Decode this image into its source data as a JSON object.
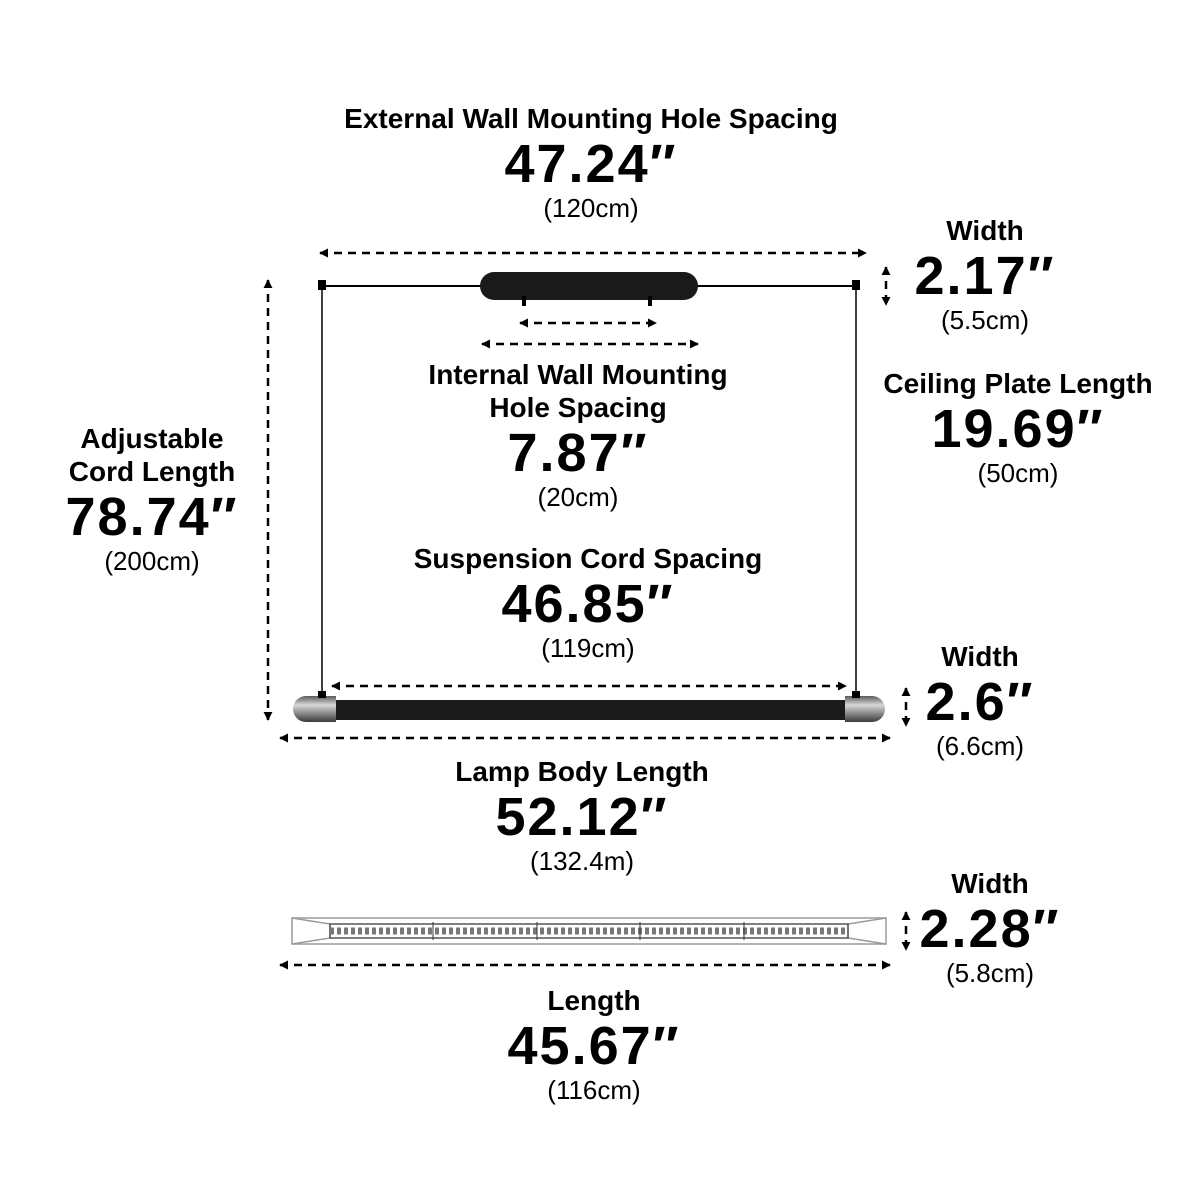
{
  "dimensions": {
    "external_hole_spacing": {
      "title": "External Wall Mounting Hole Spacing",
      "value": "47.24″",
      "metric": "(120cm)"
    },
    "ceiling_width": {
      "title": "Width",
      "value": "2.17″",
      "metric": "(5.5cm)"
    },
    "internal_hole_spacing": {
      "title_line1": "Internal Wall Mounting",
      "title_line2": "Hole Spacing",
      "value": "7.87″",
      "metric": "(20cm)"
    },
    "ceiling_plate_length": {
      "title": "Ceiling Plate Length",
      "value": "19.69″",
      "metric": "(50cm)"
    },
    "cord_length": {
      "title_line1": "Adjustable",
      "title_line2": "Cord Length",
      "value": "78.74″",
      "metric": "(200cm)"
    },
    "suspension_cord_spacing": {
      "title": "Suspension Cord Spacing",
      "value": "46.85″",
      "metric": "(119cm)"
    },
    "lamp_width": {
      "title": "Width",
      "value": "2.6″",
      "metric": "(6.6cm)"
    },
    "lamp_body_length": {
      "title": "Lamp Body Length",
      "value": "52.12″",
      "metric": "(132.4m)"
    },
    "module_width": {
      "title": "Width",
      "value": "2.28″",
      "metric": "(5.8cm)"
    },
    "module_length": {
      "title": "Length",
      "value": "45.67″",
      "metric": "(116cm)"
    }
  },
  "colors": {
    "line": "#000000",
    "lamp_body": "#1a1a1a",
    "metal_cap": "#8a8a8a",
    "module_outline": "#9a9a9a"
  }
}
